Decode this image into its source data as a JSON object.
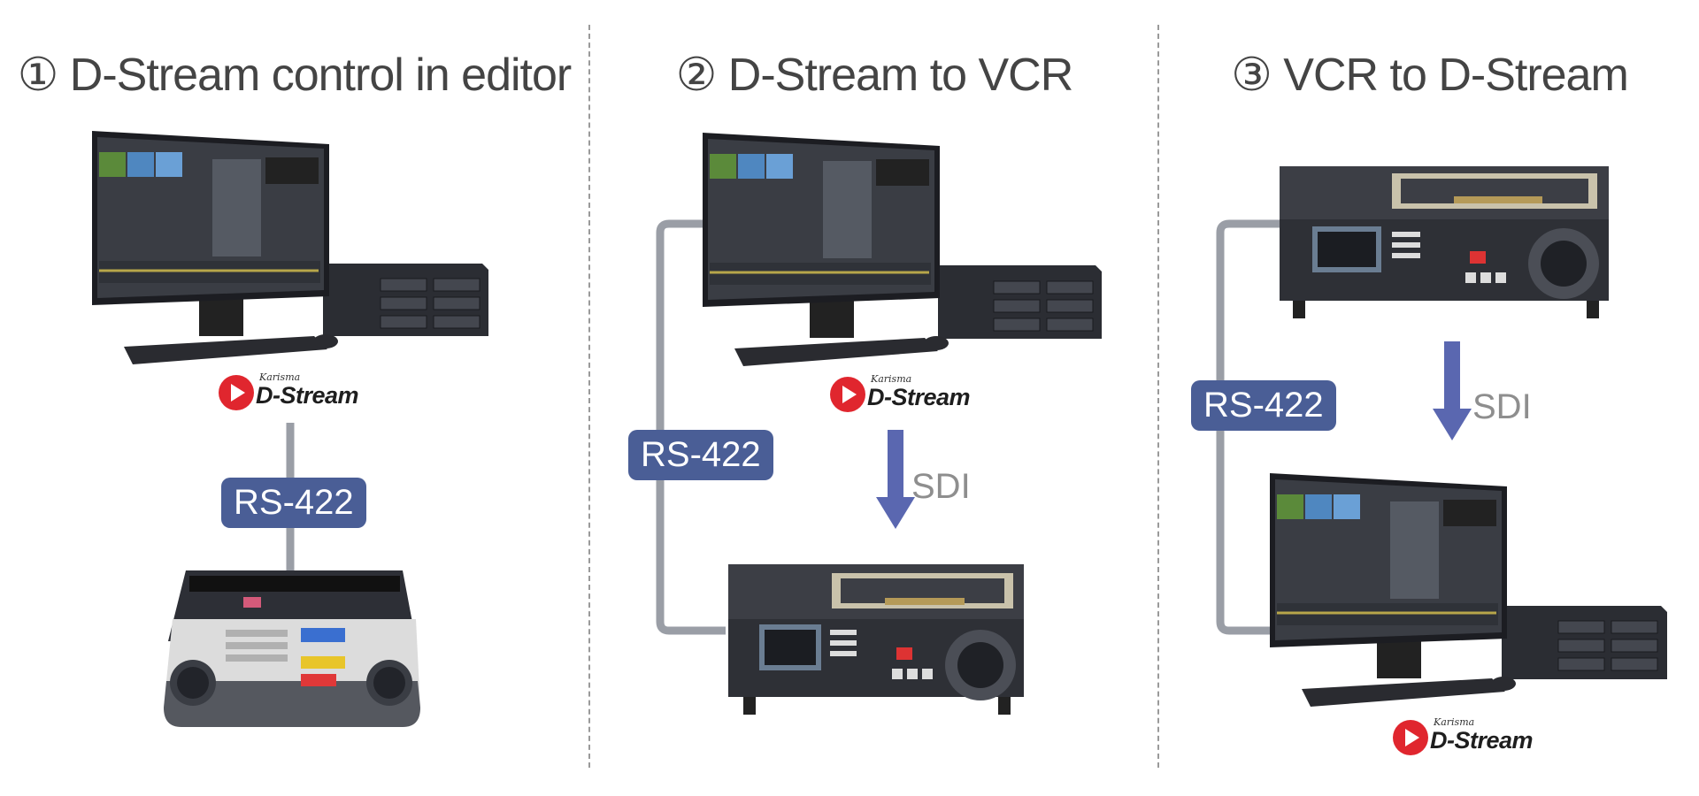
{
  "panels": [
    {
      "title": "① D-Stream control in editor",
      "rs_label": "RS-422"
    },
    {
      "title": "② D-Stream to VCR",
      "rs_label": "RS-422",
      "sdi_label": "SDI"
    },
    {
      "title": "③ VCR to D-Stream",
      "rs_label": "RS-422",
      "sdi_label": "SDI"
    }
  ],
  "logo": {
    "small_text": "Karisma",
    "name": "D-Stream"
  },
  "colors": {
    "rs_badge": "#4a5e96",
    "sdi_arrow": "#5a67b0",
    "cable": "#9a9ea6",
    "logo_red": "#e0262e",
    "title_text": "#444444"
  }
}
